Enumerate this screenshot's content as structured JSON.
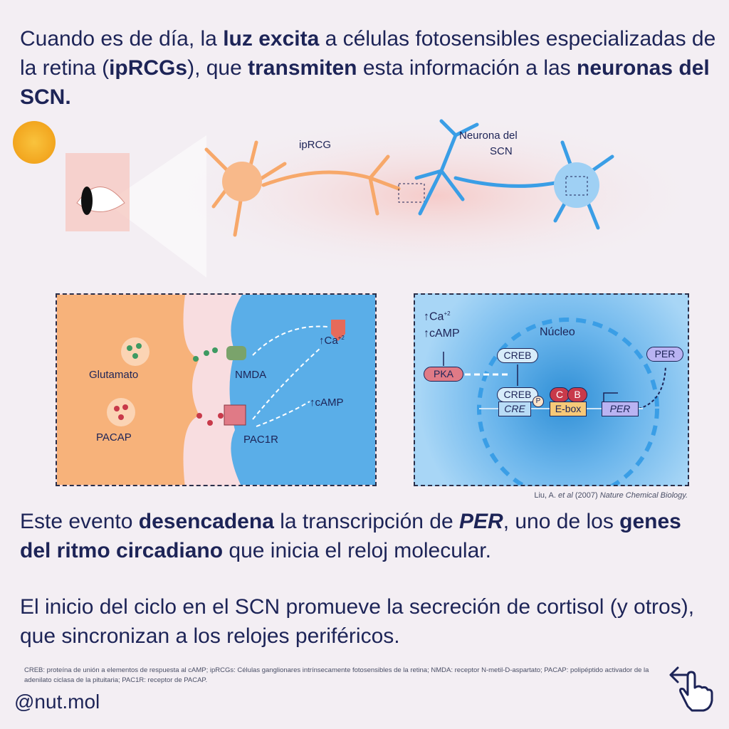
{
  "intro": {
    "t1": "Cuando es de día, la ",
    "b1": "luz excita",
    "t2": " a células fotosensibles especializadas de la retina (",
    "b2": "ipRCGs",
    "t3": "), que ",
    "b3": "transmiten",
    "t4": " esta información a las ",
    "b4": "neuronas del SCN."
  },
  "illustration": {
    "iprcg_label": "ipRCG",
    "scn_label1": "Neurona del",
    "scn_label2": "SCN"
  },
  "synapse": {
    "glutamato": "Glutamato",
    "pacap": "PACAP",
    "nmda": "NMDA",
    "pac1r": "PAC1R",
    "ca": "Ca",
    "ca_sup": "+2",
    "camp": "cAMP",
    "up": "↑"
  },
  "nucleus": {
    "ca": "Ca",
    "ca_sup": "+2",
    "camp": "cAMP",
    "up": "↑",
    "pka": "PKA",
    "nucleo": "Núcleo",
    "creb": "CREB",
    "creb2": "CREB",
    "p": "P",
    "cre": "CRE",
    "c": "C",
    "b": "B",
    "ebox": "E-box",
    "per_gene": "PER",
    "per_protein": "PER"
  },
  "citation": {
    "authors": "Liu, A. ",
    "etal": "et al",
    "year": " (2007) ",
    "journal": "Nature Chemical Biology."
  },
  "para2": {
    "t1": "Este evento ",
    "b1": "desencadena",
    "t2": " la transcripción de ",
    "b2": "PER",
    "t3": ", uno de los ",
    "b3": "genes del ritmo circadiano",
    "t4": " que inicia el reloj molecular."
  },
  "para3": "El inicio del ciclo en el SCN promueve la secreción de cortisol (y otros), que sincronizan a los relojes periféricos.",
  "footnote": "CREB: proteína de unión a elementos de respuesta al cAMP; ipRCGs: Células ganglionares intrínsecamente fotosensibles de la retina; NMDA: receptor N-metil-D-aspartato; PACAP: polipéptido activador de la adenilato ciclasa de la pituitaria; PAC1R: receptor de PACAP.",
  "handle": "@nut.mol",
  "colors": {
    "navy": "#1d2457",
    "orange": "#f7b27a",
    "blue": "#4aa3e3",
    "pink": "#f8dde0"
  }
}
